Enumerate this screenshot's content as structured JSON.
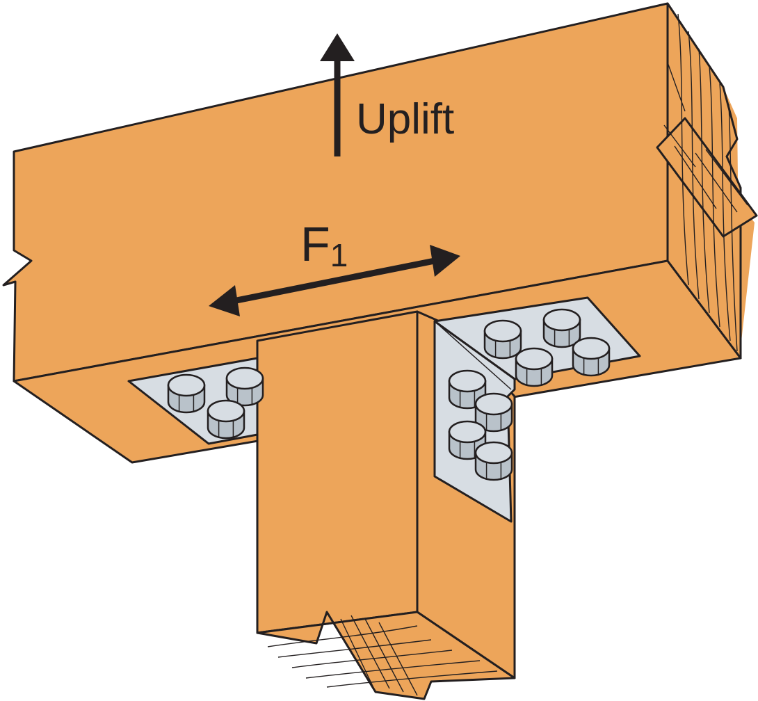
{
  "labels": {
    "uplift": "Uplift",
    "force_main": "F",
    "force_sub": "1"
  },
  "colors": {
    "wood": "#eda55a",
    "wood_end": "#eda55a",
    "metal": "#d7dde3",
    "metal_shade": "#b9c2ca",
    "outline": "#231f20",
    "arrow": "#231f20",
    "background": "#ffffff"
  }
}
